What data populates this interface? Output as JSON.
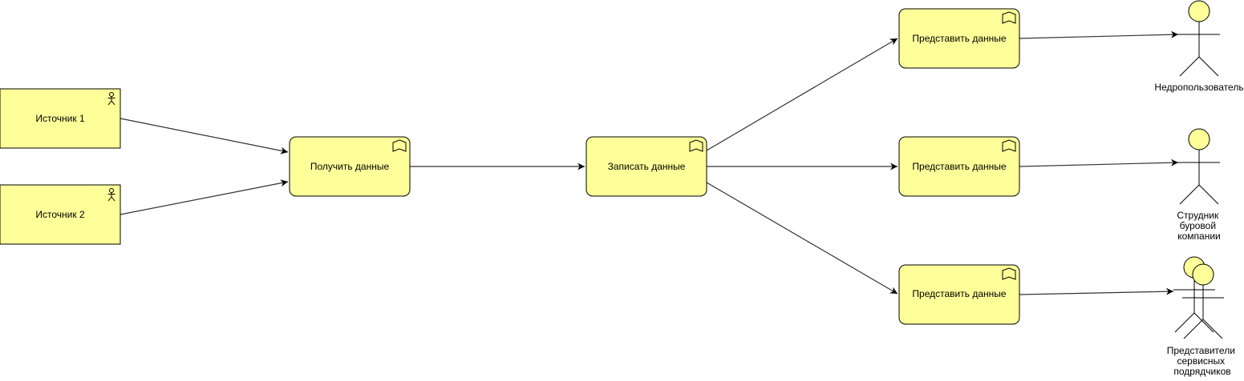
{
  "colors": {
    "box_fill": "#ffff99",
    "box_stroke": "#000000",
    "actor_fill": "#ffff99",
    "edge": "#333333",
    "background": "#ffffff"
  },
  "sources": [
    {
      "label": "Источник 1",
      "icon": "actor-icon"
    },
    {
      "label": "Источник 2",
      "icon": "actor-icon"
    }
  ],
  "processes": {
    "receive": {
      "label": "Получить данные",
      "icon": "event-flag-icon"
    },
    "record": {
      "label": "Записать данные",
      "icon": "event-flag-icon"
    },
    "present": [
      {
        "label": "Представить данные",
        "icon": "event-flag-icon"
      },
      {
        "label": "Представить данные",
        "icon": "event-flag-icon"
      },
      {
        "label": "Представить данные",
        "icon": "event-flag-icon"
      }
    ]
  },
  "actors": [
    {
      "label_lines": [
        "Недропользователь"
      ]
    },
    {
      "label_lines": [
        "Струдник",
        "буровой",
        "компании"
      ]
    },
    {
      "label_lines": [
        "Представители",
        "сервисных",
        "подрядчиков"
      ],
      "multiple": true
    }
  ]
}
